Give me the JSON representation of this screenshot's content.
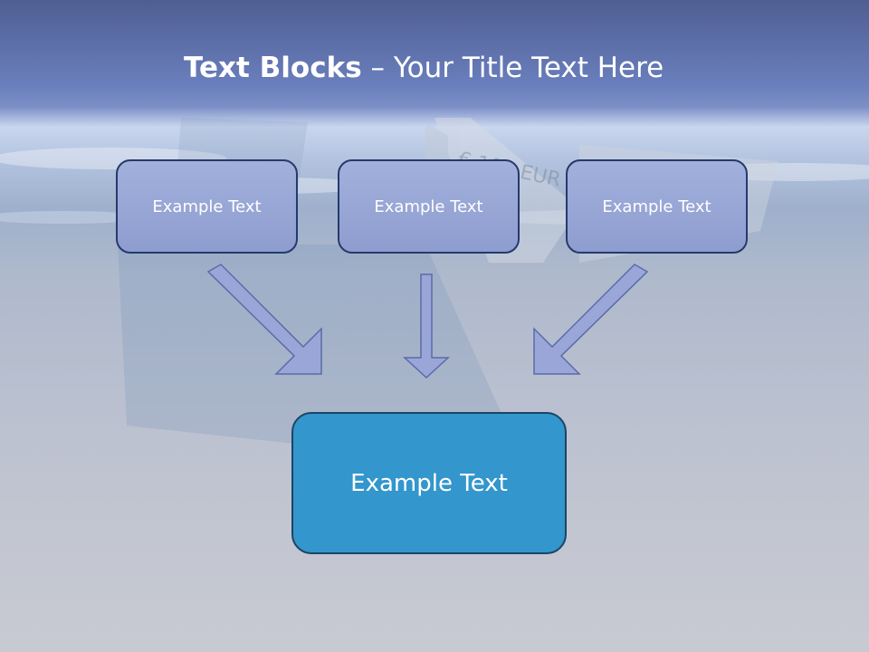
{
  "slide": {
    "title_bold": "Text Blocks",
    "title_rest": " – Your Title Text Here"
  },
  "blocks": [
    {
      "label": "Example Text"
    },
    {
      "label": "Example Text"
    },
    {
      "label": "Example Text"
    }
  ],
  "target_block": {
    "label": "Example Text"
  },
  "colors": {
    "header_band": "#6a7fbd",
    "small_block_fill": "#96a5d5",
    "small_block_border": "#253a6c",
    "target_block_fill": "#3396cc",
    "target_block_border": "#1a4565",
    "arrow_fill": "#9aa6d8",
    "arrow_stroke": "#5a6ba8"
  },
  "background_image": {
    "visible_text": "€ 100 EUR"
  }
}
